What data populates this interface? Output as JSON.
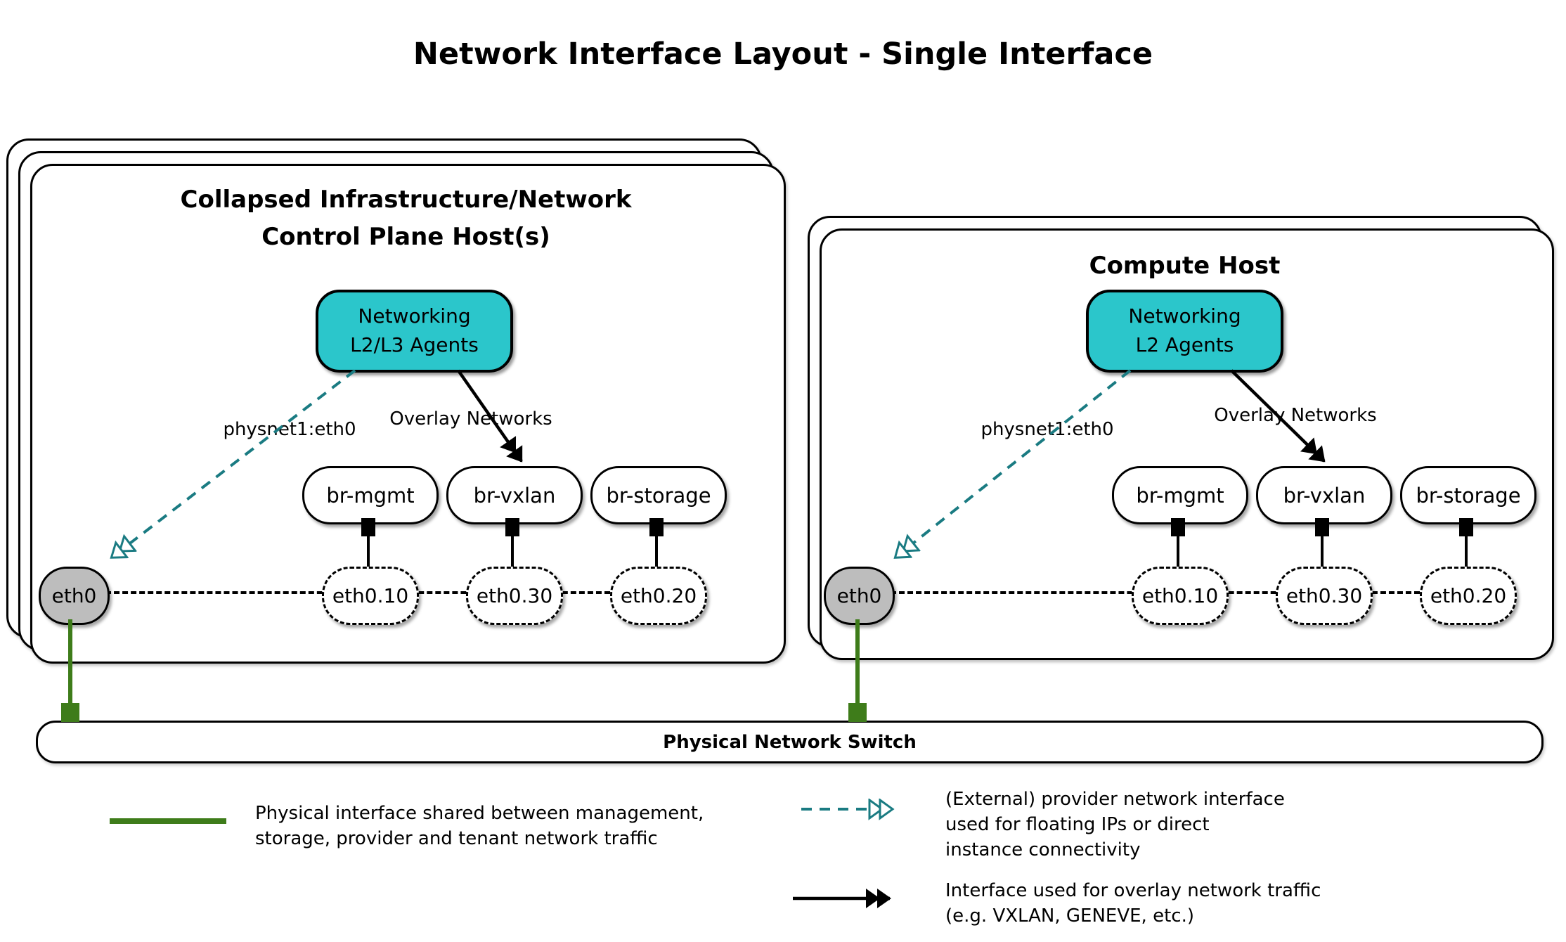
{
  "title": "Network Interface Layout - Single Interface",
  "colors": {
    "teal": "#2bc6cb",
    "teal_dark": "#1a7b82",
    "green": "#3e7c1a",
    "gray": "#bdbdbd"
  },
  "hosts": [
    {
      "title_line1": "Collapsed Infrastructure/Network",
      "title_line2": "Control Plane Host(s)",
      "agent_line1": "Networking",
      "agent_line2": "L2/L3 Agents",
      "provider_label": "physnet1:eth0",
      "overlay_label": "Overlay Networks",
      "bridges": [
        {
          "label": "br-mgmt"
        },
        {
          "label": "br-vxlan"
        },
        {
          "label": "br-storage"
        }
      ],
      "interface": "eth0",
      "vlans": [
        {
          "label": "eth0.10"
        },
        {
          "label": "eth0.30"
        },
        {
          "label": "eth0.20"
        }
      ]
    },
    {
      "title_line1": "Compute Host",
      "agent_line1": "Networking",
      "agent_line2": "L2 Agents",
      "provider_label": "physnet1:eth0",
      "overlay_label": "Overlay Networks",
      "bridges": [
        {
          "label": "br-mgmt"
        },
        {
          "label": "br-vxlan"
        },
        {
          "label": "br-storage"
        }
      ],
      "interface": "eth0",
      "vlans": [
        {
          "label": "eth0.10"
        },
        {
          "label": "eth0.30"
        },
        {
          "label": "eth0.20"
        }
      ]
    }
  ],
  "switch": {
    "label": "Physical Network Switch"
  },
  "legend": [
    {
      "symbol": "green-line",
      "lines": [
        "Physical interface shared between management,",
        "storage, provider and tenant network traffic"
      ]
    },
    {
      "symbol": "teal-dashed-arrow",
      "lines": [
        "(External) provider network interface",
        "used for floating IPs or direct",
        "instance connectivity"
      ]
    },
    {
      "symbol": "black-arrow",
      "lines": [
        "Interface used for overlay network traffic",
        "(e.g. VXLAN, GENEVE, etc.)"
      ]
    }
  ]
}
